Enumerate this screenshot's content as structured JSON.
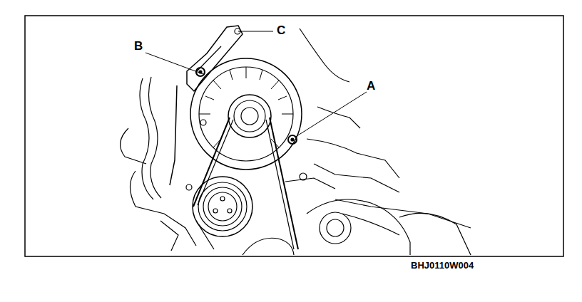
{
  "diagram": {
    "labels": [
      "A",
      "B",
      "C",
      "BHJ0110W004"
    ]
  }
}
